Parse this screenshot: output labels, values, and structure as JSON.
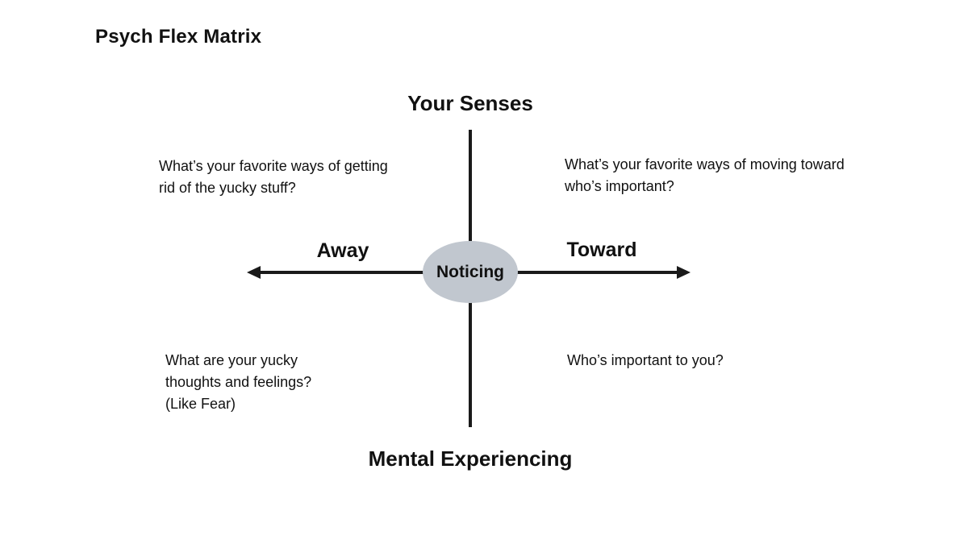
{
  "title": "Psych Flex Matrix",
  "diagram": {
    "axis_top_label": "Your Senses",
    "axis_bottom_label": "Mental Experiencing",
    "axis_left_label": "Away",
    "axis_right_label": "Toward",
    "center_label": "Noticing",
    "quadrants": {
      "top_left": "What’s your favorite ways of getting\nrid of the yucky stuff?",
      "top_right": "What’s your favorite ways of moving toward\nwho’s important?",
      "bottom_left": "What are your yucky\nthoughts and feelings?\n(Like Fear)",
      "bottom_right": "Who’s important to you?"
    },
    "colors": {
      "background": "#ffffff",
      "line": "#1a1a1a",
      "ellipse_fill": "#c1c7cf",
      "text": "#111111"
    }
  }
}
